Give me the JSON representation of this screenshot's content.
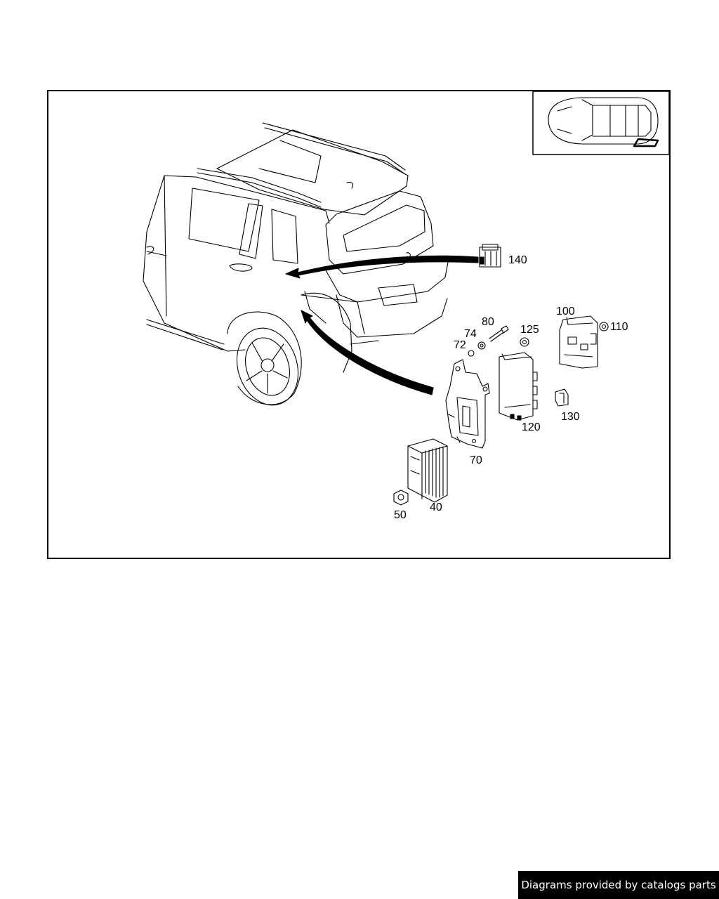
{
  "diagram": {
    "callouts": [
      "140",
      "80",
      "74",
      "72",
      "125",
      "100",
      "110",
      "70",
      "120",
      "130",
      "40",
      "50"
    ]
  },
  "icons": {
    "vehicle": "rear-suv-line-drawing",
    "locator": "vehicle-top-view-icon"
  },
  "colors": {
    "line": "#000000",
    "background": "#ffffff",
    "banner_bg": "#000000",
    "banner_text": "#ffffff"
  },
  "footer": {
    "credit": "Diagrams provided by catalogs parts"
  }
}
